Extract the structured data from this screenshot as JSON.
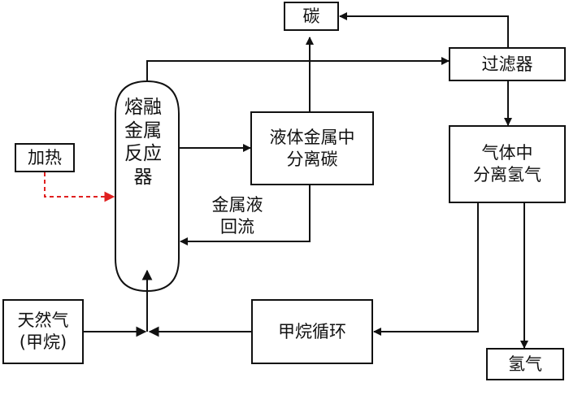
{
  "nodes": {
    "carbon": "碳",
    "filter": "过滤器",
    "reactor": "熔融金属反应器",
    "heating": "加热",
    "liquid_metal_separation": "液体金属中\n分离碳",
    "gas_separation": "气体中\n分离氢气",
    "natural_gas": "天然气\n(甲烷)",
    "methane_recycle": "甲烷循环",
    "hydrogen": "氢气"
  },
  "edge_labels": {
    "metal_reflux": "金属液\n回流"
  },
  "colors": {
    "line": "#111111",
    "heating_arrow": "#e02020"
  }
}
